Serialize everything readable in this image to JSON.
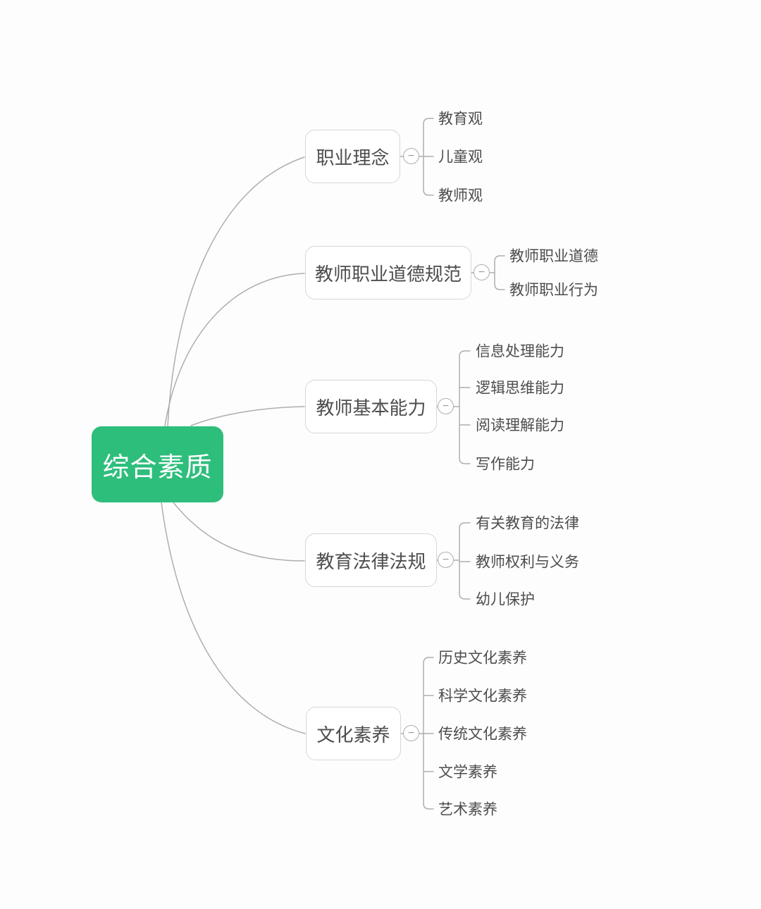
{
  "colors": {
    "root_bg": "#2ebe7c",
    "root_text": "#ffffff",
    "node_border": "#d6d6d6",
    "node_text": "#4d4d4d",
    "line": "#aeaeae",
    "canvas_bg": "#fdfdfd"
  },
  "icons": {
    "collapse_glyph": "−"
  },
  "mindmap": {
    "root": {
      "label": "综合素质"
    },
    "branches": [
      {
        "label": "职业理念",
        "children": [
          "教育观",
          "儿童观",
          "教师观"
        ]
      },
      {
        "label": "教师职业道德规范",
        "children": [
          "教师职业道德",
          "教师职业行为"
        ]
      },
      {
        "label": "教师基本能力",
        "children": [
          "信息处理能力",
          "逻辑思维能力",
          "阅读理解能力",
          "写作能力"
        ]
      },
      {
        "label": "教育法律法规",
        "children": [
          "有关教育的法律",
          "教师权利与义务",
          "幼儿保护"
        ]
      },
      {
        "label": "文化素养",
        "children": [
          "历史文化素养",
          "科学文化素养",
          "传统文化素养",
          "文学素养",
          "艺术素养"
        ]
      }
    ]
  }
}
